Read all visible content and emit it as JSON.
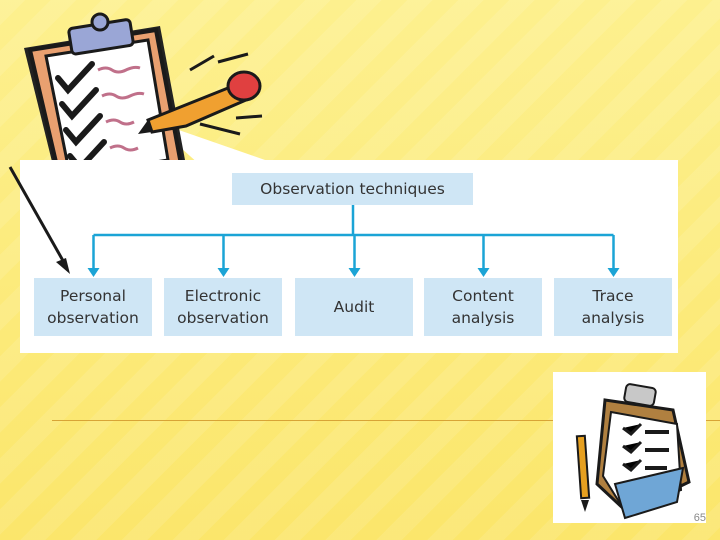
{
  "slide": {
    "page_number": "65"
  },
  "diagram": {
    "root": "Observation techniques",
    "children": [
      "Personal\nobservation",
      "Electronic\nobservation",
      "Audit",
      "Content\nanalysis",
      "Trace\nanalysis"
    ]
  },
  "colors": {
    "background": "#fbe97a",
    "box_fill": "#cfe6f5",
    "connector": "#1ba4d6",
    "rule": "#d8a436"
  },
  "icons": [
    "clipboard-checklist-icon",
    "pencil-icon",
    "clipboard-checklist-icon"
  ]
}
